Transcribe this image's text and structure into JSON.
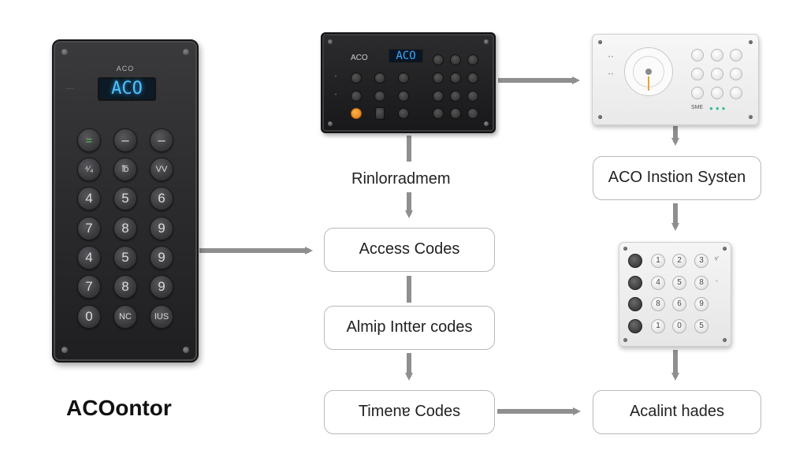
{
  "devices": {
    "tall": {
      "brand": "ACO",
      "side_label": "......",
      "display": "ACO",
      "keys": [
        [
          "=",
          "–",
          "–"
        ],
        [
          "⁴⁄₄",
          "℔",
          "VV"
        ],
        [
          "4",
          "5",
          "6"
        ],
        [
          "7",
          "8",
          "9"
        ],
        [
          "4",
          "5",
          "9"
        ],
        [
          "7",
          "8",
          "9"
        ],
        [
          "0",
          "NC",
          "IUS"
        ]
      ]
    },
    "dark_panel": {
      "brand": "ACO",
      "display": "ACO"
    },
    "white_panel": {
      "label": "SME"
    }
  },
  "labels": {
    "top_center": "Rinlorradmem",
    "bottom_left_title": "ACOontor"
  },
  "boxes": {
    "access_codes": "Access Codes",
    "almip_codes": "Almip Intter codes",
    "timeng_codes": "Timenɐ Codes",
    "aco_system": "ACO Instion Systen",
    "acalint_hades": "Acalint hades"
  },
  "keypad": {
    "rows": [
      [
        "1",
        "2",
        "3"
      ],
      [
        "4",
        "5",
        "8"
      ],
      [
        "8",
        "6",
        "9"
      ],
      [
        "1",
        "0",
        "5"
      ]
    ]
  },
  "colors": {
    "arrow": "#8f8f8f",
    "display_blue": "#4fc3ff",
    "accent_orange": "#f08a1c"
  }
}
